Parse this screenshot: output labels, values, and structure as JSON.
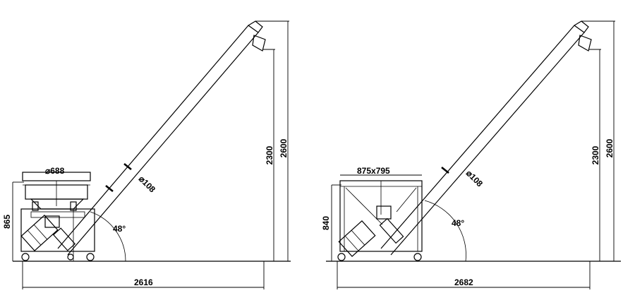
{
  "left": {
    "hopper_label": "⌀688",
    "tube_label": "⌀108",
    "height_top": "2600",
    "height_discharge": "2300",
    "hopper_height": "865",
    "angle": "48°",
    "length": "2616"
  },
  "right": {
    "hopper_label": "875x795",
    "tube_label": "⌀108",
    "height_top": "2600",
    "height_discharge": "2300",
    "hopper_height": "840",
    "angle": "48°",
    "length": "2682"
  }
}
